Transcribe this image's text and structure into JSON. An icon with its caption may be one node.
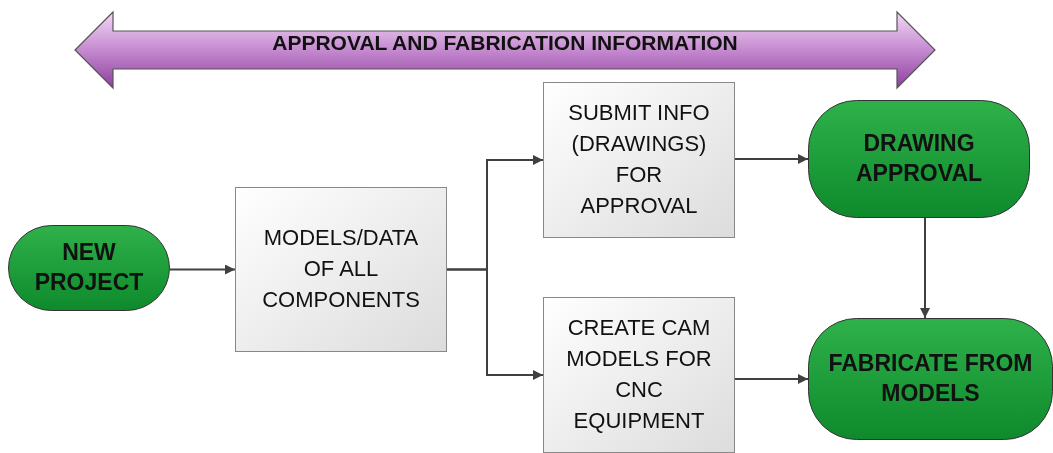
{
  "diagram": {
    "nodes": [
      {
        "text": [
          "APPROVAL AND FABRICATION INFORMATION"
        ]
      },
      {
        "text": [
          "NEW PROJECT"
        ]
      },
      {
        "text": [
          "MODELS/DATA OF ALL COMPONENTS"
        ]
      },
      {
        "text": [
          "SUBMIT INFO (DRAWINGS) FOR APPROVAL"
        ]
      },
      {
        "text": [
          "CREATE CAM MODELS FOR CNC EQUIPMENT"
        ]
      },
      {
        "text": [
          "DRAWING APPROVAL"
        ]
      },
      {
        "text": [
          "FABRICATE FROM MODELS"
        ]
      }
    ],
    "edges": [
      {
        "from": 1,
        "to": 2,
        "arrow": "to"
      },
      {
        "from": 2,
        "to": 3,
        "arrow": "to"
      },
      {
        "from": 2,
        "to": 4,
        "arrow": "to"
      },
      {
        "from": 3,
        "to": 5,
        "arrow": "to"
      },
      {
        "from": 4,
        "to": 6,
        "arrow": "to"
      },
      {
        "from": 5,
        "to": 6,
        "arrow": "to"
      }
    ]
  }
}
